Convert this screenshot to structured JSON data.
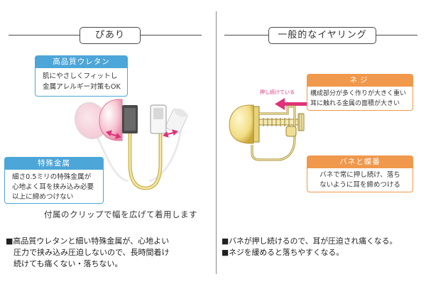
{
  "left": {
    "title": "ぴあり",
    "callout_top": {
      "heading": "高品質ウレタン",
      "text": "肌にやさしくフィットし\n金属アレルギー対策もOK"
    },
    "callout_bottom": {
      "heading": "特殊金属",
      "text": "細さ0.5ミリの特殊金属が\n心地よく耳を挟み込み必要\n以上に締めつけない"
    },
    "caption": "付属のクリップで幅を広げて着用します",
    "note": "■高品質ウレタンと細い特殊金属が、心地よい\n　圧力で挟み込み圧迫しないので、長時間着け\n　続けても痛くない・落ちない。"
  },
  "right": {
    "title": "一般的なイヤリング",
    "callout_top": {
      "heading": "ネジ",
      "text": "構成部分が多く作りが大きく重い\n耳に触れる金属の面積が大きい"
    },
    "push_label": "押し続けている",
    "callout_bottom": {
      "heading": "バネと蝶番",
      "text": "バネで常に押し続け、落ち\nないように耳を締めつける"
    },
    "note": "■バネが押し続けるので、耳が圧迫され痛くなる。\n■ネジを緩めると落ちやすくなる。"
  },
  "colors": {
    "blue_accent": "#4da6d8",
    "orange_accent": "#f0984b",
    "pink_arrow": "#e0327a",
    "gold": "#e6d27a"
  }
}
